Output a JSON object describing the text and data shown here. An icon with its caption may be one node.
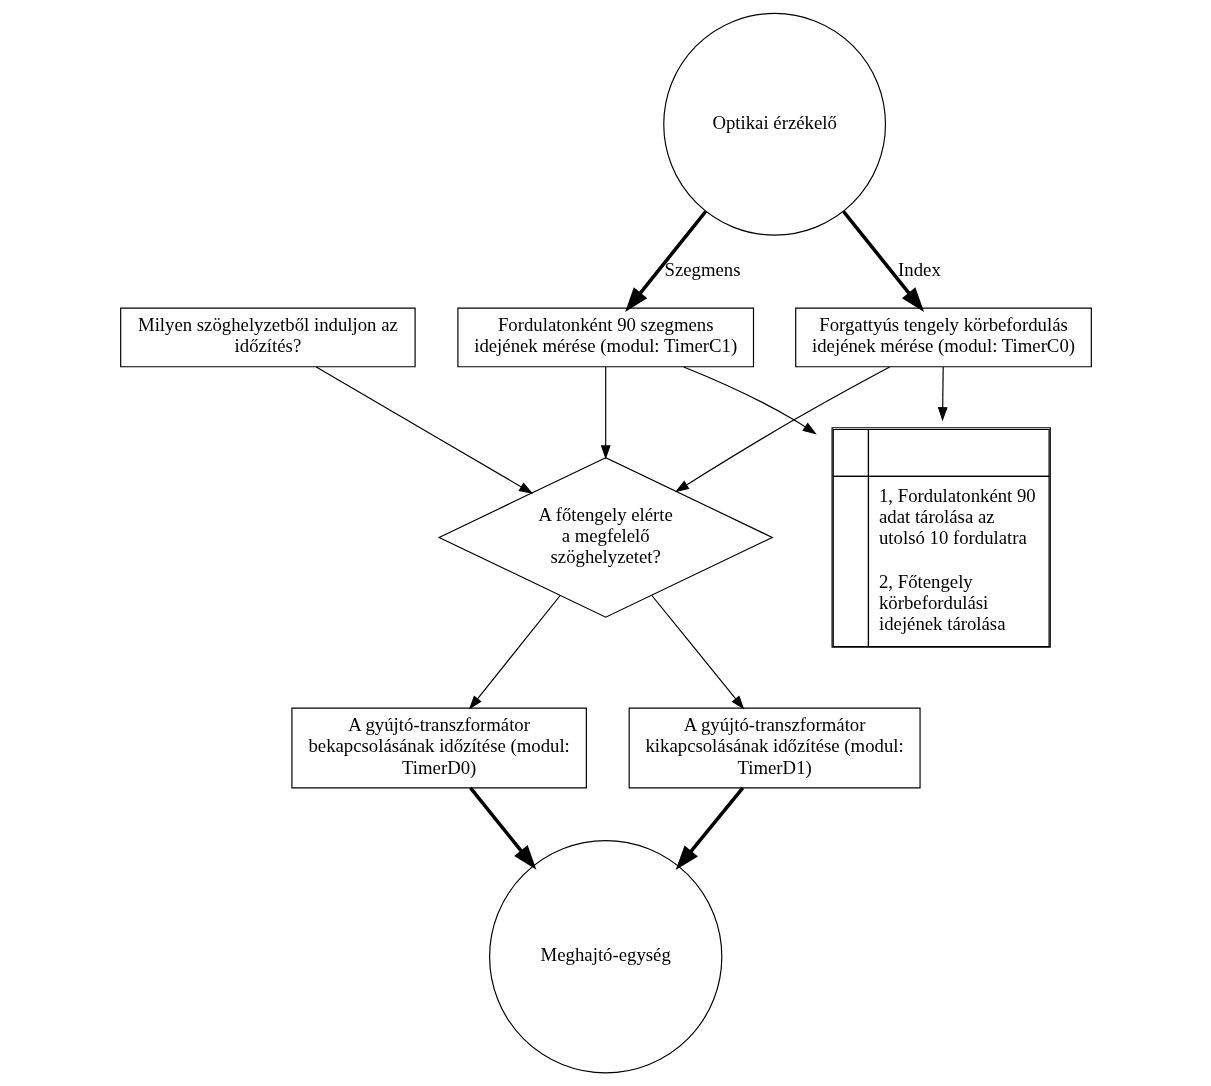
{
  "diagram": {
    "nodes": [
      {
        "text": [
          "Optikai érzékelő"
        ]
      },
      {
        "text": [
          "Forgattyús tengely körbefordulás idejének mérése (modul: TimerC0)"
        ]
      },
      {
        "text": [
          "Fordulatonként 90 szegmens idejének mérése (modul: TimerC1)"
        ]
      },
      {
        "text": [
          "Milyen szöghelyzetből induljon az időzítés?"
        ]
      },
      {
        "text": [
          "A főtengely elérte a megfelelő szöghelyzetet?"
        ]
      },
      {
        "text": [
          "1, Fordulatonként 90 adat tárolása az utolsó 10 fordulatra",
          "2, Főtengely körbefordulási idejének tárolása"
        ]
      },
      {
        "text": [
          "A gyújtó-transzformátor bekapcsolásának időzítése (modul: TimerD0)"
        ]
      },
      {
        "text": [
          "A gyújtó-transzformátor kikapcsolásának időzítése (modul: TimerD1)"
        ]
      },
      {
        "text": [
          "Meghajtó-egység"
        ]
      }
    ],
    "edges": [
      {
        "from": 0,
        "to": 1,
        "arrow": "to",
        "label": "Index",
        "style": "thick"
      },
      {
        "from": 0,
        "to": 2,
        "arrow": "to",
        "label": "Szegmens",
        "style": "thick"
      },
      {
        "from": 1,
        "to": 5,
        "arrow": "to"
      },
      {
        "from": 2,
        "to": 5,
        "arrow": "to"
      },
      {
        "from": 1,
        "to": 4,
        "arrow": "to"
      },
      {
        "from": 2,
        "to": 4,
        "arrow": "to"
      },
      {
        "from": 3,
        "to": 4,
        "arrow": "to"
      },
      {
        "from": 4,
        "to": 6,
        "arrow": "to"
      },
      {
        "from": 4,
        "to": 7,
        "arrow": "to"
      },
      {
        "from": 6,
        "to": 8,
        "arrow": "to",
        "style": "thick"
      },
      {
        "from": 7,
        "to": 8,
        "arrow": "to",
        "style": "thick"
      }
    ]
  }
}
